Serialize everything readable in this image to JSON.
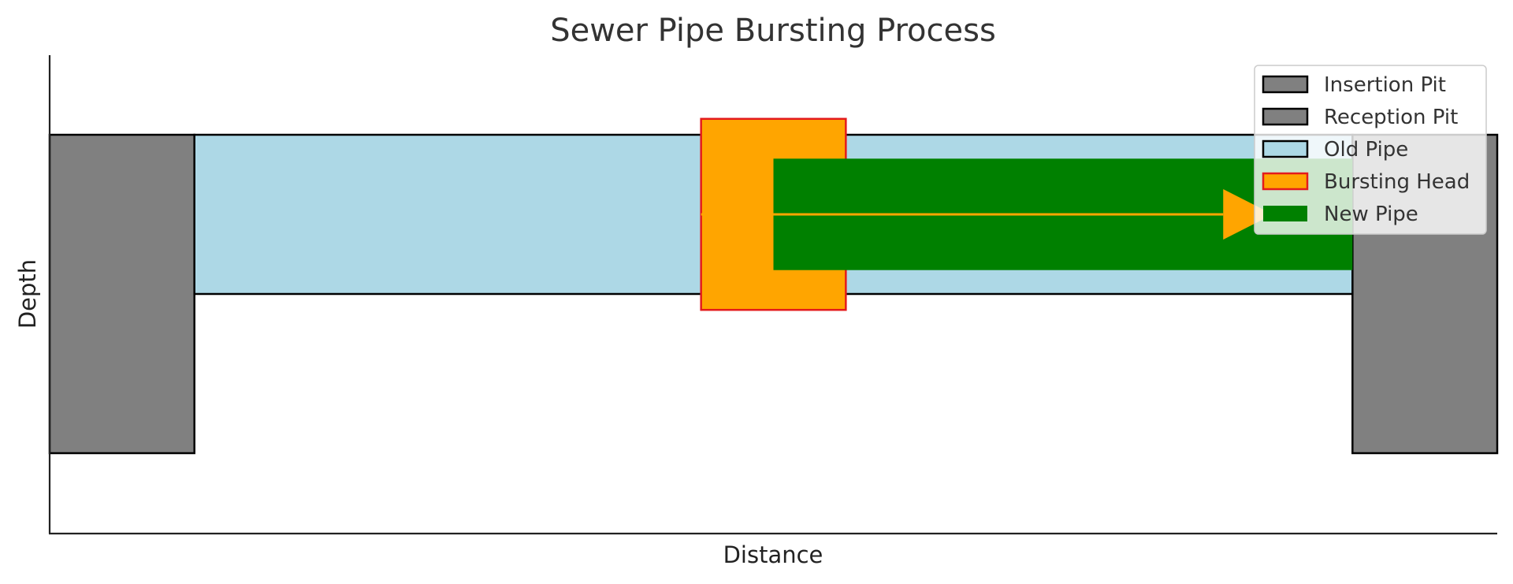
{
  "chart_data": {
    "type": "diagram",
    "title": "Sewer Pipe Bursting Process",
    "xlabel": "Distance",
    "ylabel": "Depth",
    "xlim": [
      0,
      10
    ],
    "ylim": [
      0,
      6
    ],
    "grid": false,
    "ticks_visible": false,
    "legend_position": "top-right",
    "shapes": [
      {
        "name": "Insertion Pit",
        "kind": "rect",
        "x": 0,
        "y": 1,
        "width": 1,
        "height": 4,
        "fill": "#808080",
        "stroke": "#000000"
      },
      {
        "name": "Reception Pit",
        "kind": "rect",
        "x": 9,
        "y": 1,
        "width": 1,
        "height": 4,
        "fill": "#808080",
        "stroke": "#000000"
      },
      {
        "name": "Old Pipe",
        "kind": "rect",
        "x": 1,
        "y": 3,
        "width": 8,
        "height": 2,
        "fill": "#add8e6",
        "stroke": "#000000"
      },
      {
        "name": "Bursting Head",
        "kind": "rect",
        "x": 4.5,
        "y": 2.8,
        "width": 1,
        "height": 2.4,
        "fill": "#ffa500",
        "stroke": "#e41a1c"
      },
      {
        "name": "New Pipe",
        "kind": "rect",
        "x": 5,
        "y": 3.3,
        "width": 4,
        "height": 1.4,
        "fill": "#008000",
        "stroke": "none"
      }
    ],
    "arrow": {
      "x_start": 4.5,
      "x_end": 8.45,
      "y": 4,
      "color": "#ffa500"
    },
    "legend": [
      {
        "label": "Insertion Pit",
        "fill": "#808080",
        "stroke": "#000000"
      },
      {
        "label": "Reception Pit",
        "fill": "#808080",
        "stroke": "#000000"
      },
      {
        "label": "Old Pipe",
        "fill": "#add8e6",
        "stroke": "#000000"
      },
      {
        "label": "Bursting Head",
        "fill": "#ffa500",
        "stroke": "#e41a1c"
      },
      {
        "label": "New Pipe",
        "fill": "#008000",
        "stroke": "none"
      }
    ]
  }
}
